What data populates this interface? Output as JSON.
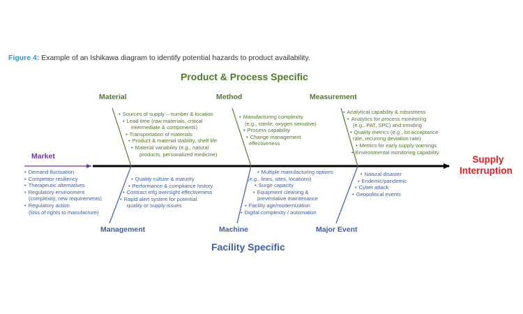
{
  "caption": {
    "label": "Figure 4:",
    "text": " Example of an Ishikawa diagram to identify potential hazards to product availability."
  },
  "headings": {
    "top": "Product & Process Specific",
    "bottom": "Facility Specific"
  },
  "effect": {
    "line1": "Supply",
    "line2": "Interruption"
  },
  "colors": {
    "accent_blue": "#1f9ed8",
    "green": "#4f7a28",
    "blue": "#3d5ea8",
    "purple": "#6b3aa0",
    "red": "#e02020"
  },
  "categories": {
    "material": {
      "title": "Material",
      "items": [
        {
          "text": "Sources of supply – number & location",
          "bullet": true
        },
        {
          "text": "Lead time (raw materials, critical",
          "bullet": true
        },
        {
          "text": "intermediate & components)",
          "bullet": false
        },
        {
          "text": "Transportation of materials",
          "bullet": true
        },
        {
          "text": "Product & material stability, shelf life",
          "bullet": true
        },
        {
          "text": "Material variability (e.g., natural",
          "bullet": true
        },
        {
          "text": "products, personalized medicine)",
          "bullet": false
        }
      ]
    },
    "method": {
      "title": "Method",
      "items": [
        {
          "text": "Manufacturing complexity",
          "bullet": true
        },
        {
          "text": "(e.g., sterile, oxygen sensitive)",
          "bullet": false
        },
        {
          "text": "Process capability",
          "bullet": true
        },
        {
          "text": "Change management",
          "bullet": true
        },
        {
          "text": "effectiveness",
          "bullet": false
        }
      ]
    },
    "measurement": {
      "title": "Measurement",
      "items": [
        {
          "text": "Analytical capability & robustness",
          "bullet": true
        },
        {
          "text": "Analytics for process monitoring",
          "bullet": true
        },
        {
          "text": "(e.g., PAT, SPC) and trending",
          "bullet": false
        },
        {
          "text": "Quality metrics (e.g., lot acceptance",
          "bullet": true
        },
        {
          "text": "rate, recurring deviation rate)",
          "bullet": false
        },
        {
          "text": "Metrics for early supply warnings",
          "bullet": true
        },
        {
          "text": "Environmental monitoring capability",
          "bullet": true
        }
      ]
    },
    "market": {
      "title": "Market",
      "items": [
        {
          "text": "Demand fluctuation",
          "bullet": true
        },
        {
          "text": "Competitor resiliency",
          "bullet": true
        },
        {
          "text": "Therapeutic alternatives",
          "bullet": true
        },
        {
          "text": "Regulatory environment",
          "bullet": true
        },
        {
          "text": "(complexity, new requirements)",
          "bullet": false
        },
        {
          "text": "Regulatory action",
          "bullet": true
        },
        {
          "text": "(loss of rights to manufacture)",
          "bullet": false
        }
      ]
    },
    "management": {
      "title": "Management",
      "items": [
        {
          "text": "Quality culture & maturity",
          "bullet": true
        },
        {
          "text": "Performance & compliance history",
          "bullet": true
        },
        {
          "text": "Contract mfg oversight effectiveness",
          "bullet": true
        },
        {
          "text": "Rapid alert system for potential",
          "bullet": true
        },
        {
          "text": "quality or supply issues",
          "bullet": false
        }
      ]
    },
    "machine": {
      "title": "Machine",
      "items": [
        {
          "text": "Multiple manufacturing options",
          "bullet": true
        },
        {
          "text": "(e.g., lines, sites, locations)",
          "bullet": false
        },
        {
          "text": "Surge capacity",
          "bullet": true
        },
        {
          "text": "Equipment cleaning &",
          "bullet": true
        },
        {
          "text": "preventative maintenance",
          "bullet": false
        },
        {
          "text": "Facility age/modernization",
          "bullet": true
        },
        {
          "text": "Digital complexity / automation",
          "bullet": true
        }
      ]
    },
    "major_event": {
      "title": "Major Event",
      "items": [
        {
          "text": "Natural disaster",
          "bullet": true
        },
        {
          "text": "Endemic/pandemic",
          "bullet": true
        },
        {
          "text": "Cyber attack",
          "bullet": true
        },
        {
          "text": "Geopolitical events",
          "bullet": true
        }
      ]
    }
  }
}
